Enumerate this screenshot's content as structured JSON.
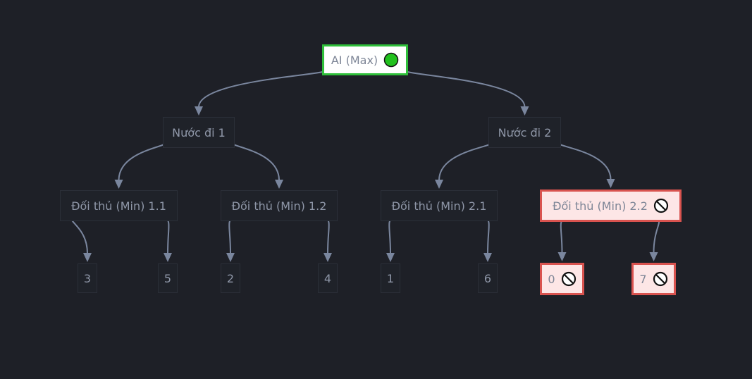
{
  "nodes": {
    "root": {
      "label": "AI (Max)",
      "icon": "green-circle-icon",
      "color": "#2fbf3a"
    },
    "move1": {
      "label": "Nước đi 1"
    },
    "move2": {
      "label": "Nước đi 2"
    },
    "opp11": {
      "label": "Đối thủ (Min) 1.1"
    },
    "opp12": {
      "label": "Đối thủ (Min) 1.2"
    },
    "opp21": {
      "label": "Đối thủ (Min) 2.1"
    },
    "opp22": {
      "label": "Đối thủ (Min) 2.2",
      "icon": "prohibited-icon",
      "pruned": true
    },
    "leaf3": {
      "label": "3"
    },
    "leaf5": {
      "label": "5"
    },
    "leaf2": {
      "label": "2"
    },
    "leaf4": {
      "label": "4"
    },
    "leaf1": {
      "label": "1"
    },
    "leaf6": {
      "label": "6"
    },
    "leaf0": {
      "label": "0",
      "icon": "prohibited-icon",
      "pruned": true
    },
    "leaf7": {
      "label": "7",
      "icon": "prohibited-icon",
      "pruned": true
    }
  },
  "edges": [
    [
      "root",
      "move1"
    ],
    [
      "root",
      "move2"
    ],
    [
      "move1",
      "opp11"
    ],
    [
      "move1",
      "opp12"
    ],
    [
      "move2",
      "opp21"
    ],
    [
      "move2",
      "opp22"
    ],
    [
      "opp11",
      "leaf3"
    ],
    [
      "opp11",
      "leaf5"
    ],
    [
      "opp12",
      "leaf2"
    ],
    [
      "opp12",
      "leaf4"
    ],
    [
      "opp21",
      "leaf1"
    ],
    [
      "opp21",
      "leaf6"
    ],
    [
      "opp22",
      "leaf0"
    ],
    [
      "opp22",
      "leaf7"
    ]
  ],
  "colors": {
    "pruned_border": "#d9534f",
    "pruned_fill": "#fde6e6",
    "edge": "#7a869e"
  }
}
